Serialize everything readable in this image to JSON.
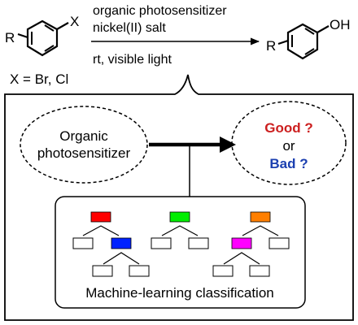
{
  "reaction": {
    "substituent_label": "R",
    "halogen_label": "X",
    "product_group_label": "OH",
    "conditions_above": [
      "organic photosensitizer",
      "nickel(II) salt"
    ],
    "conditions_below": "rt, visible light",
    "x_definition": "X = Br, Cl"
  },
  "workflow": {
    "input_label_lines": [
      "Organic",
      "photosensitizer"
    ],
    "outcome": {
      "good": "Good ?",
      "or": "or",
      "bad": "Bad ?"
    },
    "classifier_caption": "Machine-learning classification"
  },
  "colors": {
    "good": "#cc1f1f",
    "bad": "#1b3fb0",
    "tree_1_root": "#ff0000",
    "tree_1_child": "#0022ff",
    "tree_2_root": "#00ee00",
    "tree_3_root": "#ff7f00",
    "tree_3_child": "#ff00ff"
  }
}
